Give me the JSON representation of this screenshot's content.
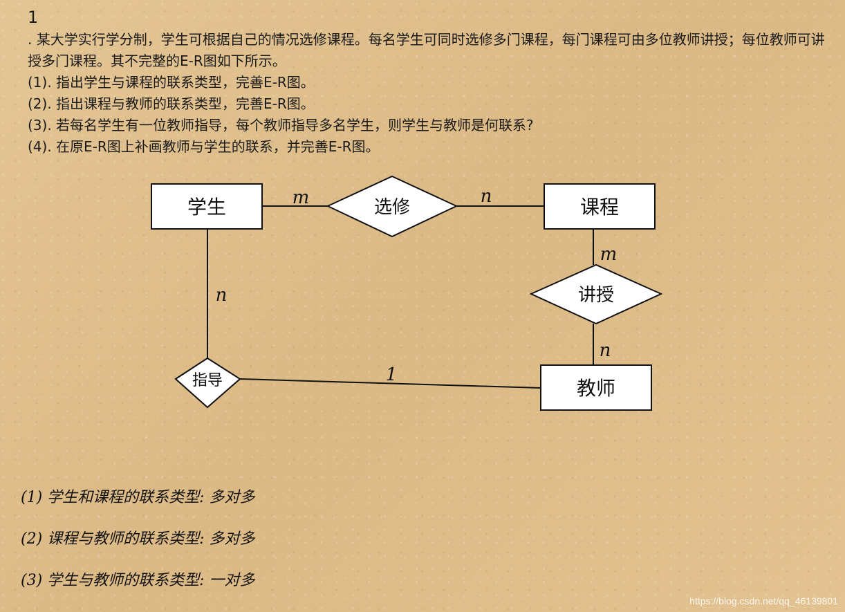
{
  "problem": {
    "number": "1",
    "paragraph": ". 某大学实行学分制，学生可根据自己的情况选修课程。每名学生可同时选修多门课程，每门课程可由多位教师讲授；每位教师可讲授多门课程。其不完整的E-R图如下所示。",
    "questions": [
      {
        "label": "(1)",
        "text": ". 指出学生与课程的联系类型，完善E-R图。"
      },
      {
        "label": "(2)",
        "text": ". 指出课程与教师的联系类型，完善E-R图。"
      },
      {
        "label": "(3)",
        "text": ". 若每名学生有一位教师指导，每个教师指导多名学生，则学生与教师是何联系?"
      },
      {
        "label": "(4)",
        "text": ". 在原E-R图上补画教师与学生的联系，并完善E-R图。"
      }
    ]
  },
  "diagram": {
    "entities": {
      "student": "学生",
      "course": "课程",
      "teacher": "教师"
    },
    "relationships": {
      "elective": "选修",
      "teach": "讲授",
      "guide": "指导"
    },
    "cardinalities": {
      "student_elective": "m",
      "elective_course": "n",
      "course_teach": "m",
      "teach_teacher": "n",
      "student_guide": "n",
      "guide_teacher": "1"
    }
  },
  "answers": [
    "(1) 学生和课程的联系类型: 多对多",
    "(2) 课程与教师的联系类型: 多对多",
    "(3) 学生与教师的联系类型: 一对多"
  ],
  "watermark": "https://blog.csdn.net/qq_46139801"
}
